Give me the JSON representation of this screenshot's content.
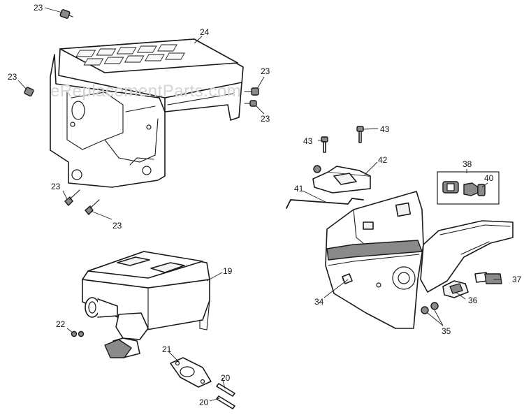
{
  "watermark": "eReplacementParts.com",
  "callouts": {
    "c23_top": "23",
    "c24": "24",
    "c23_left": "23",
    "c23_right_a": "23",
    "c23_right_b": "23",
    "c23_bottom_a": "23",
    "c23_bottom_b": "23",
    "c43_a": "43",
    "c43_b": "43",
    "c42": "42",
    "c38": "38",
    "c40": "40",
    "c41": "41",
    "c19": "19",
    "c22": "22",
    "c21": "21",
    "c20_a": "20",
    "c20_b": "20",
    "c34": "34",
    "c36": "36",
    "c37": "37",
    "c35": "35"
  }
}
